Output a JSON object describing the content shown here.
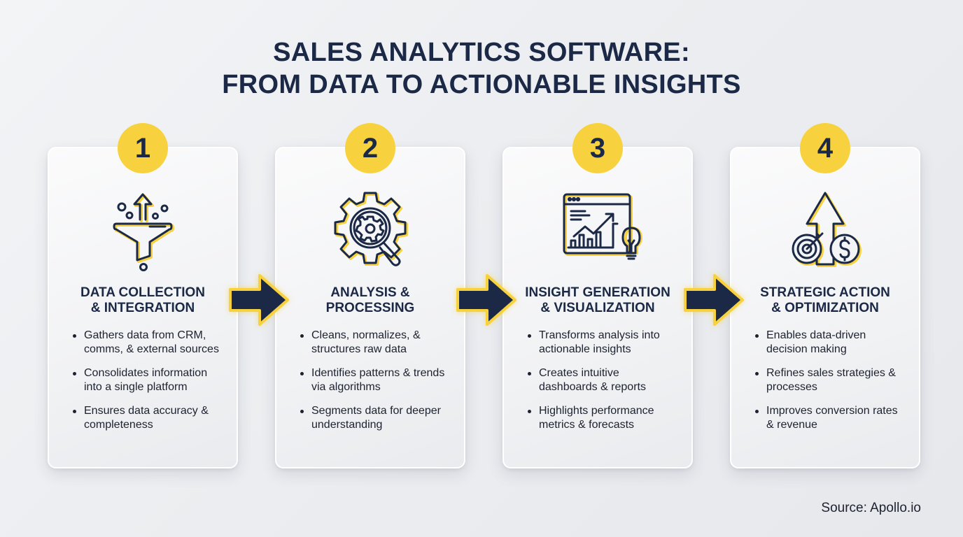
{
  "title": {
    "line1": "SALES ANALYTICS SOFTWARE:",
    "line2": "FROM DATA TO ACTIONABLE INSIGHTS"
  },
  "colors": {
    "accent_yellow": "#f7d23e",
    "navy": "#1b2947",
    "background": "#eceef1",
    "card": "#f3f4f6"
  },
  "steps": [
    {
      "number": "1",
      "icon": "funnel-icon",
      "title_line1": "DATA COLLECTION",
      "title_line2": "& INTEGRATION",
      "bullets": [
        "Gathers data from CRM, comms, & external sources",
        "Consolidates information into a single platform",
        "Ensures data accuracy & completeness"
      ]
    },
    {
      "number": "2",
      "icon": "gear-magnifier-icon",
      "title_line1": "ANALYSIS &",
      "title_line2": "PROCESSING",
      "bullets": [
        "Cleans, normalizes, & structures raw data",
        "Identifies patterns & trends via algorithms",
        "Segments data for deeper understanding"
      ]
    },
    {
      "number": "3",
      "icon": "dashboard-lightbulb-icon",
      "title_line1": "INSIGHT GENERATION",
      "title_line2": "& VISUALIZATION",
      "bullets": [
        "Transforms analysis into actionable insights",
        "Creates intuitive dashboards & reports",
        "Highlights performance metrics & forecasts"
      ]
    },
    {
      "number": "4",
      "icon": "growth-target-dollar-icon",
      "title_line1": "STRATEGIC ACTION",
      "title_line2": "& OPTIMIZATION",
      "bullets": [
        "Enables data-driven decision making",
        "Refines sales strategies & processes",
        "Improves conversion rates & revenue"
      ]
    }
  ],
  "arrows": [
    "right-arrow-icon",
    "right-arrow-icon",
    "right-arrow-icon"
  ],
  "source": "Source: Apollo.io"
}
